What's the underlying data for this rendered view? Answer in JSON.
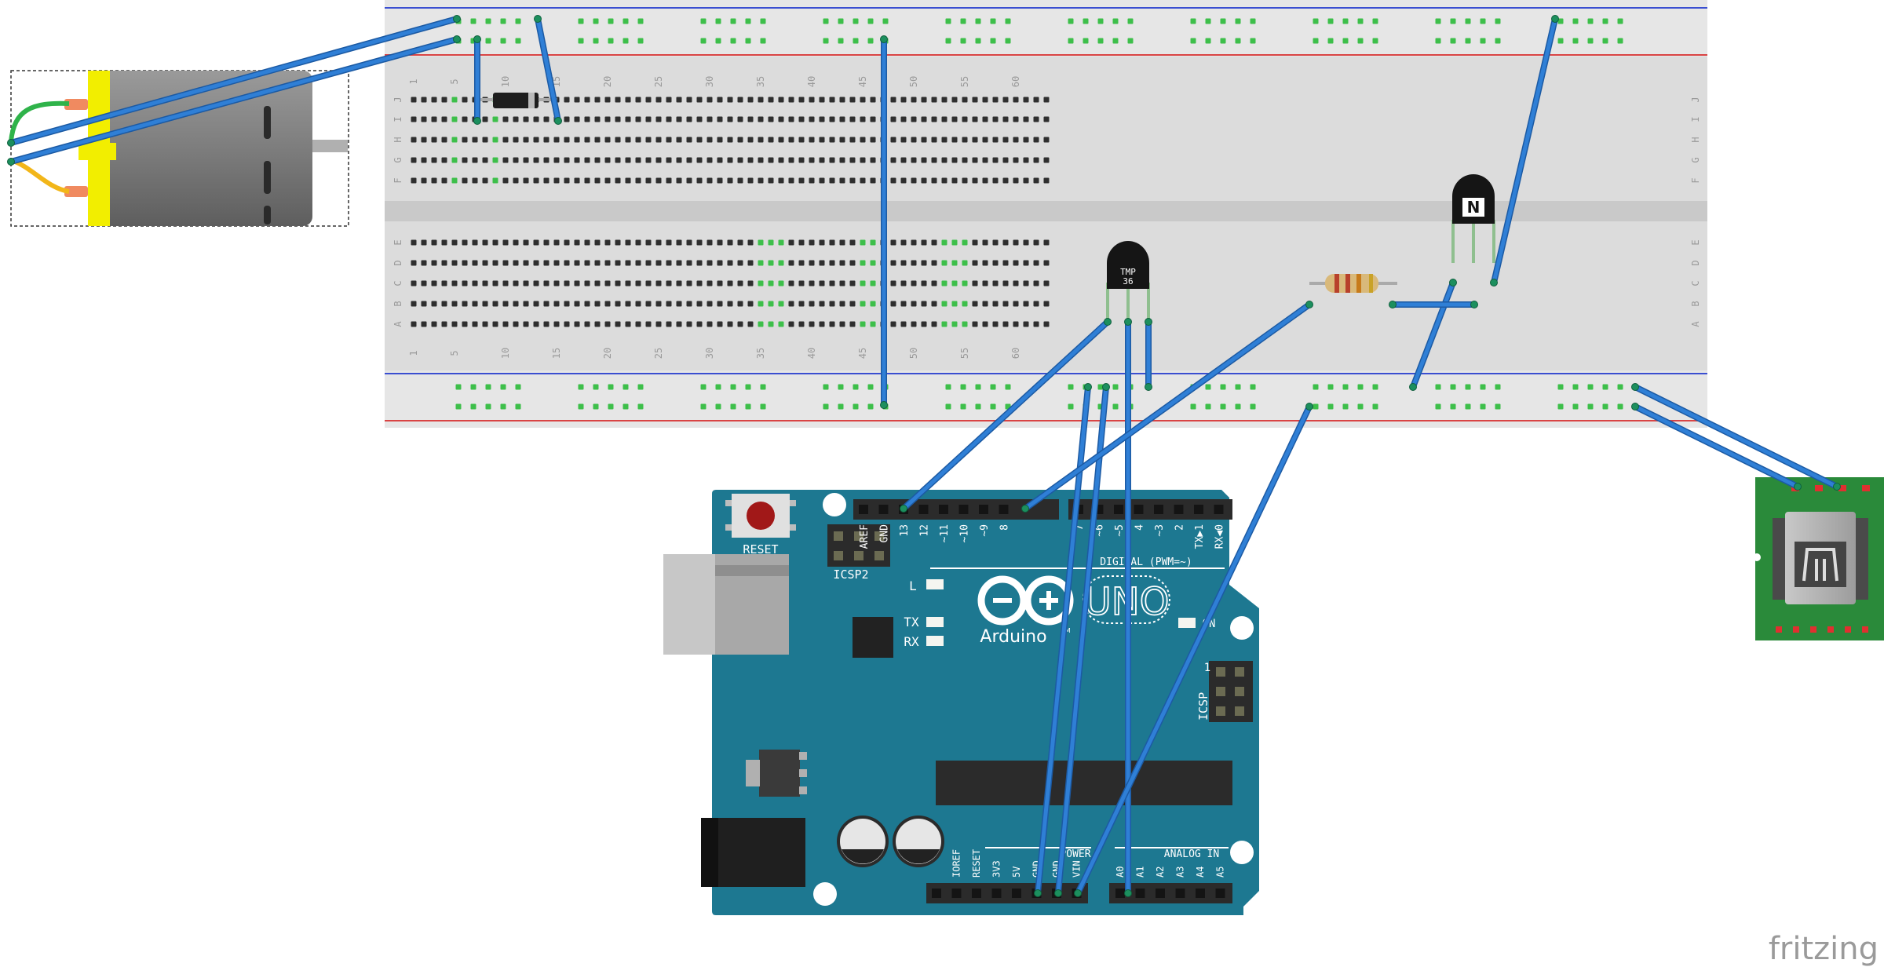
{
  "colors": {
    "wire": "#2f7fd6",
    "wire_stroke": "#1c5aa3",
    "arduino": "#1d7891",
    "breadboard": "#dcdcdc",
    "rail_blue": "#3b4fd1",
    "rail_red": "#d94444",
    "motor_body": "#8a8a8a",
    "motor_yellow": "#f2ee00",
    "usb_board": "#2a8a3a",
    "lit_hole": "#3dbf4a"
  },
  "breadboard": {
    "column_numbers": [
      "1",
      "5",
      "10",
      "15",
      "20",
      "25",
      "30",
      "35",
      "40",
      "45",
      "50",
      "55",
      "60"
    ],
    "top_row_letters": [
      "J",
      "I",
      "H",
      "G",
      "F"
    ],
    "bottom_row_letters": [
      "E",
      "D",
      "C",
      "B",
      "A"
    ]
  },
  "components": {
    "temperature_sensor": {
      "label_line1": "TMP",
      "label_line2": "36"
    },
    "transistor": {
      "glyph": "N"
    }
  },
  "arduino": {
    "reset_label": "RESET",
    "icsp2_label": "ICSP2",
    "icsp_label": "ICSP",
    "icsp_pin1": "1",
    "led_l": "L",
    "led_tx": "TX",
    "led_rx": "RX",
    "on_label": "ON",
    "brand": "Arduino",
    "tm": "TM",
    "model": "UNO",
    "digital_label": "DIGITAL (PWM=~)",
    "power_label": "POWER",
    "analog_label": "ANALOG IN",
    "digital_pins": [
      "AREF",
      "GND",
      "13",
      "12",
      "~11",
      "~10",
      "~9",
      "8",
      "7",
      "~6",
      "~5",
      "4",
      "~3",
      "2",
      "TX▶1",
      "RX◀0"
    ],
    "power_pins": [
      "IOREF",
      "RESET",
      "3V3",
      "5V",
      "GND",
      "GND",
      "VIN"
    ],
    "analog_pins": [
      "A0",
      "A1",
      "A2",
      "A3",
      "A4",
      "A5"
    ]
  },
  "watermark": "fritzing"
}
